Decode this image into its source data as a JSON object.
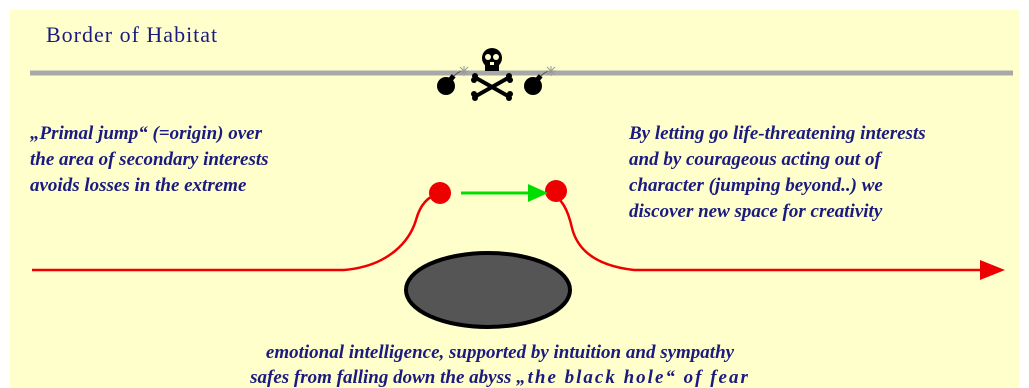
{
  "title": "Border of Habitat",
  "left_note": {
    "lines": [
      "„Primal jump“ (=origin) over",
      "the area of secondary interests",
      "avoids losses in the extreme"
    ]
  },
  "right_note": {
    "lines": [
      "By letting go life-threatening interests",
      "and by courageous acting out of",
      "character (jumping beyond..) we",
      "discover new space for creativity"
    ]
  },
  "bottom_note": {
    "line1": "emotional intelligence, supported by intuition and sympathy",
    "line2_prefix": "safes from falling down the abyss ",
    "line2_emphasis": "„the black hole“ of fear"
  },
  "colors": {
    "background": "#ffffcc",
    "text": "#1a1a80",
    "path_red": "#ee0000",
    "jump_arrow": "#00dd00",
    "border_line": "#a8a8a8",
    "black_hole": "#555555"
  },
  "icons": [
    "skull-and-crossbones-icon",
    "bomb-icon"
  ]
}
